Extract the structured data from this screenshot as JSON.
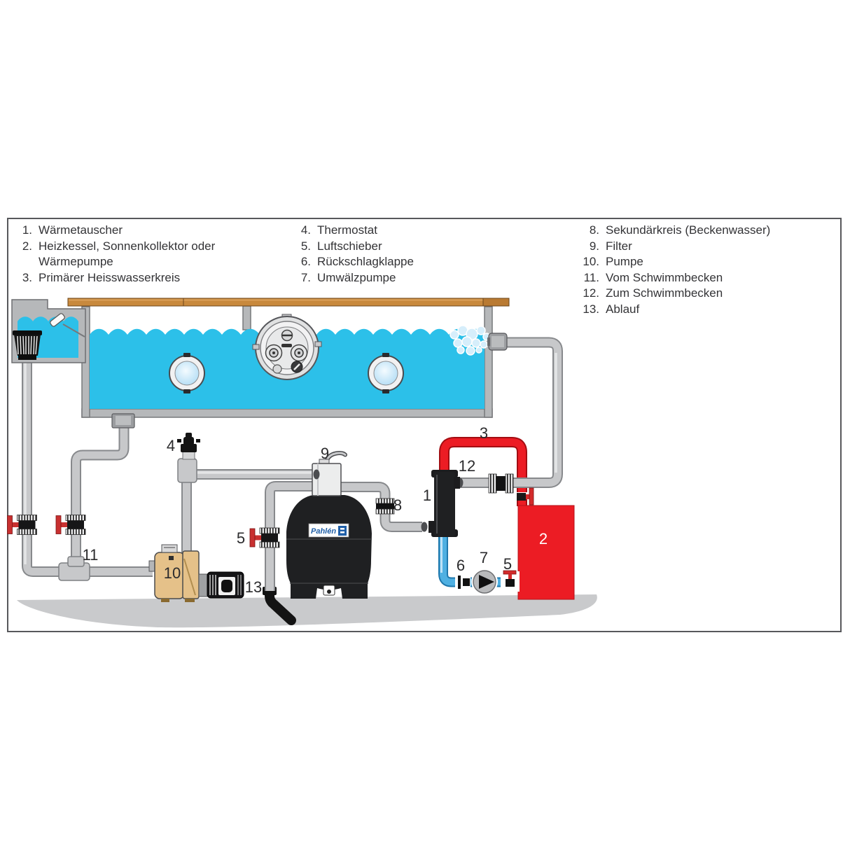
{
  "legend": {
    "col1": [
      {
        "num": "1.",
        "text": "Wärmetauscher"
      },
      {
        "num": "2.",
        "text": "Heizkessel, Sonnenkollektor oder"
      },
      {
        "num": "",
        "text": "Wärmepumpe"
      },
      {
        "num": "3.",
        "text": "Primärer Heisswasserkreis"
      }
    ],
    "col2": [
      {
        "num": "4.",
        "text": "Thermostat"
      },
      {
        "num": "5.",
        "text": "Luftschieber"
      },
      {
        "num": "6.",
        "text": "Rückschlagklappe"
      },
      {
        "num": "7.",
        "text": "Umwälzpumpe"
      }
    ],
    "col3": [
      {
        "num": "8.",
        "text": "Sekundärkreis (Beckenwasser)"
      },
      {
        "num": "9.",
        "text": "Filter"
      },
      {
        "num": "10.",
        "text": "Pumpe"
      },
      {
        "num": "11.",
        "text": "Vom Schwimmbecken"
      },
      {
        "num": "12.",
        "text": "Zum Schwimmbecken"
      },
      {
        "num": "13.",
        "text": "Ablauf"
      }
    ]
  },
  "diagram": {
    "labels": {
      "n1": "1",
      "n2": "2",
      "n3": "3",
      "n4": "4",
      "n5a": "5",
      "n5b": "5",
      "n6": "6",
      "n7": "7",
      "n8": "8",
      "n9": "9",
      "n10": "10",
      "n11": "11",
      "n12": "12",
      "n13": "13"
    },
    "filter_logo": "Pahlén",
    "colors": {
      "water": "#2cc0e9",
      "wall": "#b6b8ba",
      "wood": "#c8893d",
      "red": "#ec1c24",
      "blue_pipe": "#4fb0e2",
      "pump_tan": "#e5c189",
      "ground": "#c9cacc",
      "pipe_gray": "#c7c8ca",
      "component_black": "#1f2022"
    }
  }
}
